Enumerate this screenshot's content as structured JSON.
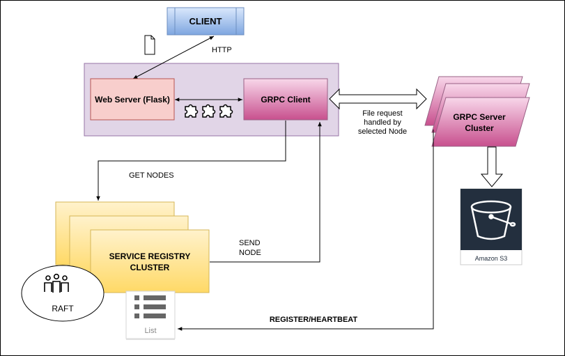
{
  "nodes": {
    "client": "CLIENT",
    "web_server": "Web Server (Flask)",
    "grpc_client": "GRPC Client",
    "grpc_cluster_line1": "GRPC Server",
    "grpc_cluster_line2": "Cluster",
    "registry_line1": "SERVICE REGISTRY",
    "registry_line2": "CLUSTER",
    "raft": "RAFT",
    "list": "List",
    "s3": "Amazon S3"
  },
  "edges": {
    "http": "HTTP",
    "file_request_line1": "File request",
    "file_request_line2": "handled by",
    "file_request_line3": "selected Node",
    "get_nodes": "GET NODES",
    "send_node_line1": "SEND",
    "send_node_line2": "NODE",
    "register": "REGISTER/HEARTBEAT"
  },
  "colors": {
    "client_fill": "#dae8fc",
    "client_gradient": "#7ea6e0",
    "client_stroke": "#6c8ebf",
    "web_server_fill": "#f8cecc",
    "web_server_stroke": "#b85450",
    "grpc_gradient_top": "#f8d7ea",
    "grpc_gradient_bottom": "#c8508e",
    "container_fill": "#e1d5e7",
    "container_stroke": "#9673a6",
    "registry_fill_top": "#fff2cc",
    "registry_fill_bottom": "#ffd966",
    "registry_stroke": "#d6b656",
    "s3_dark": "#232f3e",
    "frame_border": "#000000"
  },
  "icons": [
    "document-icon",
    "puzzle-icon",
    "users-icon",
    "bucket-icon",
    "list-icon"
  ]
}
